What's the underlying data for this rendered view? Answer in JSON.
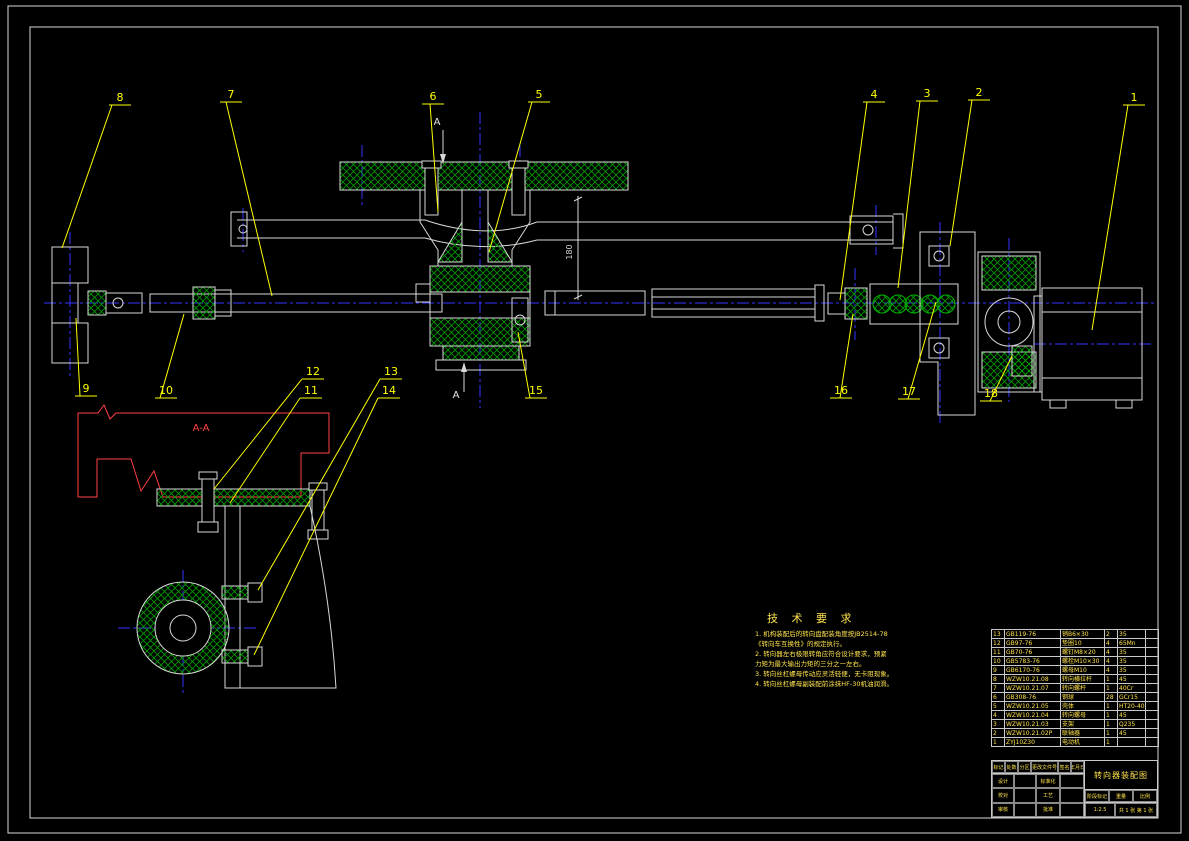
{
  "callouts": [
    "1",
    "2",
    "3",
    "4",
    "5",
    "6",
    "7",
    "8",
    "9",
    "10",
    "11",
    "12",
    "13",
    "14",
    "15",
    "16",
    "17",
    "18"
  ],
  "section": {
    "cut_label": "A",
    "view_label": "A-A"
  },
  "dims": {
    "column_height": "180"
  },
  "tech": {
    "title": "技 术 要 求",
    "lines": [
      "1. 机构装配后的转向盘配装角度按JB2514-78",
      "《转向车互换性》的规定执行。",
      "2. 转向器左右极限转角应符合设计要求，预紧",
      "力矩为最大输出力矩的三分之一左右。",
      "3. 转向丝杠螺母传动应灵活轻便，无卡阻现象。",
      "4. 转向丝杠螺母副装配前涂抹HF-30机油润滑。"
    ]
  },
  "bom": {
    "rows": [
      {
        "no": "13",
        "code": "GB119-76",
        "name": "销B6×30",
        "qty": "2",
        "material": "35",
        "remark": ""
      },
      {
        "no": "12",
        "code": "GB97-76",
        "name": "垫圈10",
        "qty": "4",
        "material": "65Mn",
        "remark": ""
      },
      {
        "no": "11",
        "code": "GB70-76",
        "name": "螺钉M8×20",
        "qty": "4",
        "material": "35",
        "remark": ""
      },
      {
        "no": "10",
        "code": "GB5783-76",
        "name": "螺栓M10×30",
        "qty": "4",
        "material": "35",
        "remark": ""
      },
      {
        "no": "9",
        "code": "GB6170-76",
        "name": "螺母M10",
        "qty": "4",
        "material": "35",
        "remark": ""
      },
      {
        "no": "8",
        "code": "WZW10.21.08",
        "name": "转向横拉杆",
        "qty": "1",
        "material": "45",
        "remark": ""
      },
      {
        "no": "7",
        "code": "WZW10.21.07",
        "name": "转向螺杆",
        "qty": "1",
        "material": "40Cr",
        "remark": ""
      },
      {
        "no": "6",
        "code": "GB308-76",
        "name": "钢球",
        "qty": "28",
        "material": "GCr15",
        "remark": ""
      },
      {
        "no": "5",
        "code": "WZW10.21.05",
        "name": "壳体",
        "qty": "1",
        "material": "HT20-40",
        "remark": ""
      },
      {
        "no": "4",
        "code": "WZW10.21.04",
        "name": "转向螺母",
        "qty": "1",
        "material": "45",
        "remark": ""
      },
      {
        "no": "3",
        "code": "WZW10.21.03",
        "name": "支架",
        "qty": "1",
        "material": "Q235",
        "remark": ""
      },
      {
        "no": "2",
        "code": "WZW10.21.02P",
        "name": "联轴器",
        "qty": "1",
        "material": "45",
        "remark": ""
      },
      {
        "no": "1",
        "code": "ZYJ10Z30",
        "name": "电动机",
        "qty": "1",
        "material": "",
        "remark": ""
      }
    ]
  },
  "titleblock": {
    "drawing_name": "转向器装配图",
    "mark_headers": [
      "标记",
      "处数",
      "分区",
      "更改文件号",
      "签名",
      "年月日"
    ],
    "design_label": "设计",
    "check_label": "校对",
    "review_label": "审核",
    "standard_label": "标准化",
    "craft_label": "工艺",
    "approve_label": "批准",
    "stage_label": "阶段标记",
    "weight_label": "重量",
    "scale_label": "比例",
    "scale_value": "1:2.5",
    "sheet_info": "共 1 张 第 1 张"
  }
}
